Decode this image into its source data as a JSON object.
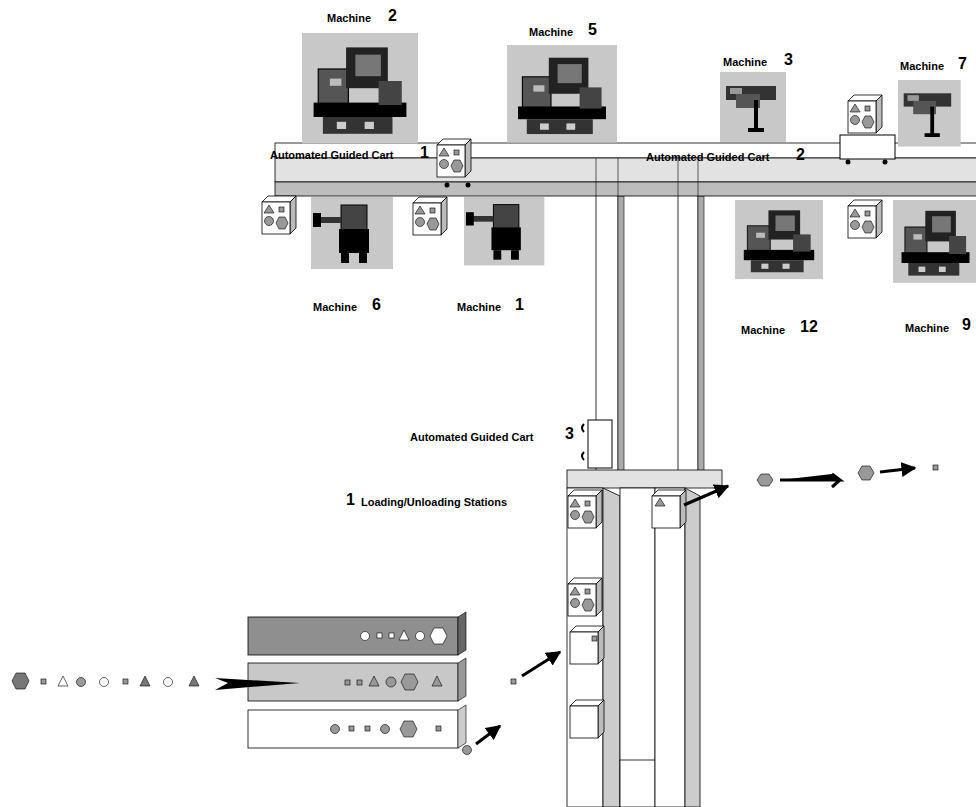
{
  "diagram": {
    "labels": [
      "Machine",
      "2",
      "Machine",
      "5",
      "Machine",
      "3",
      "Machine",
      "7",
      "Automated Guided Cart",
      "1",
      "Automated Guided Cart",
      "2",
      "Machine",
      "6",
      "Machine",
      "1",
      "Machine",
      "12",
      "Machine",
      "9",
      "Automated Guided Cart",
      "3",
      "1",
      "Loading/Unloading Stations"
    ]
  }
}
